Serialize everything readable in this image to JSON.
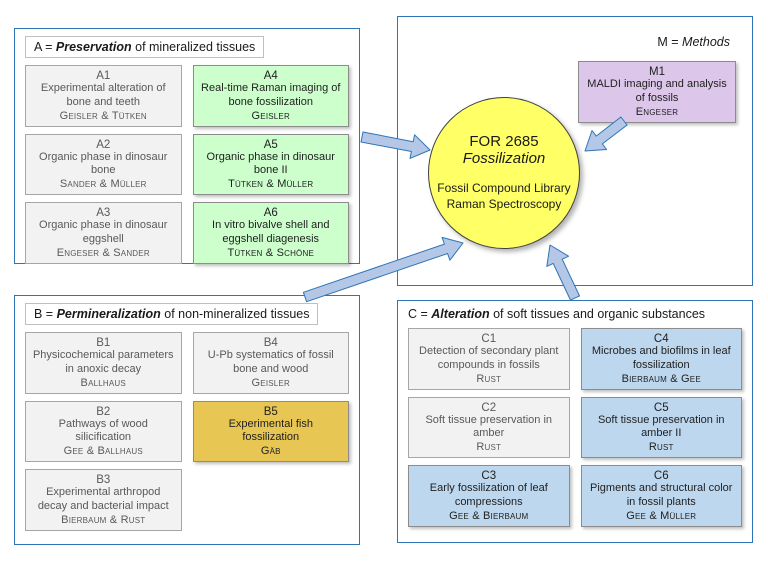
{
  "colors": {
    "group_border": "#2e75b6",
    "card_gray": "#f2f2f2",
    "card_green": "#ccffcc",
    "card_purple": "#dcc6ea",
    "card_gold": "#e8c653",
    "card_blue": "#bdd7ee",
    "center_circle": "#ffff66",
    "arrow_fill": "#b4c7e7",
    "arrow_stroke": "#2e75b6"
  },
  "center": {
    "program": "FOR 2685",
    "name": "Fossilization",
    "line3": "Fossil Compound Library",
    "line4": "Raman Spectroscopy"
  },
  "groups": {
    "A": {
      "title": {
        "prefix": "A = ",
        "em": "Preservation",
        "suffix": " of mineralized tissues"
      },
      "cards": [
        {
          "id": "A1",
          "title": "Experimental alteration of bone and teeth",
          "names": "Geisler & Tütken"
        },
        {
          "id": "A4",
          "title": "Real-time Raman imaging of bone fossilization",
          "names": "Geisler"
        },
        {
          "id": "A2",
          "title": "Organic phase in dinosaur bone",
          "names": "Sander & Müller"
        },
        {
          "id": "A5",
          "title": "Organic phase in dinosaur bone II",
          "names": "Tütken & Müller"
        },
        {
          "id": "A3",
          "title": "Organic phase in dinosaur eggshell",
          "names": "Engeser & Sander"
        },
        {
          "id": "A6",
          "title": "In vitro bivalve shell and eggshell diagenesis",
          "names": "Tütken & Schöne"
        }
      ]
    },
    "M": {
      "title": {
        "prefix": "M = ",
        "em": "Methods",
        "suffix": ""
      },
      "cards": [
        {
          "id": "M1",
          "title": "MALDI imaging and analysis of fossils",
          "names": "Engeser"
        }
      ]
    },
    "B": {
      "title": {
        "prefix": "B = ",
        "em": "Permineralization",
        "suffix": " of non-mineralized tissues"
      },
      "cards": [
        {
          "id": "B1",
          "title": "Physicochemical parameters in anoxic decay",
          "names": "Ballhaus"
        },
        {
          "id": "B4",
          "title": "U-Pb systematics of fossil bone and wood",
          "names": "Geisler"
        },
        {
          "id": "B2",
          "title": "Pathways of wood silicification",
          "names": "Gee & Ballhaus"
        },
        {
          "id": "B5",
          "title": "Experimental fish fossilization",
          "names": "Gäb"
        },
        {
          "id": "B3",
          "title": "Experimental arthropod decay and bacterial impact",
          "names": "Bierbaum & Rust"
        }
      ]
    },
    "C": {
      "title": {
        "prefix": "C = ",
        "em": "Alteration",
        "suffix": " of soft tissues and organic substances"
      },
      "cards": [
        {
          "id": "C1",
          "title": "Detection of secondary plant compounds in fossils",
          "names": "Rust"
        },
        {
          "id": "C4",
          "title": "Microbes and biofilms in leaf fossilization",
          "names": "Bierbaum & Gee"
        },
        {
          "id": "C2",
          "title": "Soft tissue preservation in amber",
          "names": "Rust"
        },
        {
          "id": "C5",
          "title": "Soft tissue preservation in amber II",
          "names": "Rust"
        },
        {
          "id": "C3",
          "title": "Early fossilization of leaf compressions",
          "names": "Gee & Bierbaum"
        },
        {
          "id": "C6",
          "title": "Pigments and structural color in fossil plants",
          "names": "Gee & Müller"
        }
      ]
    }
  }
}
